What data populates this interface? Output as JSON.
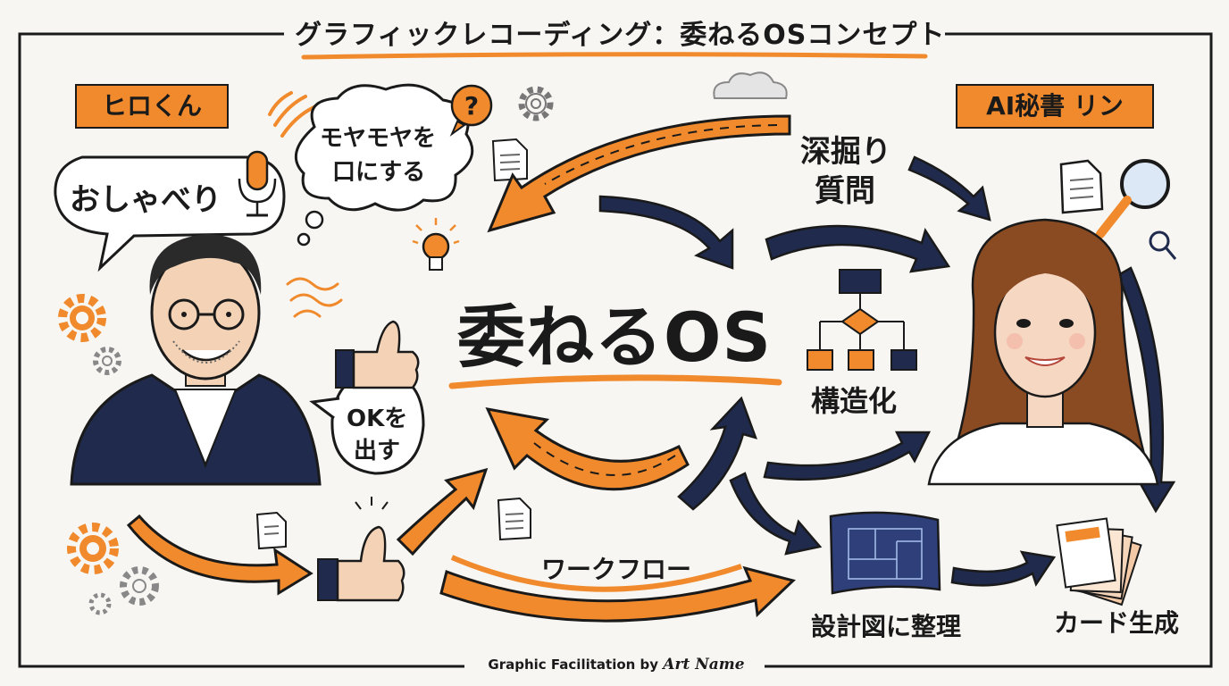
{
  "title": "グラフィックレコーディング：委ねるOSコンセプト",
  "persons": {
    "hiro": {
      "name": "ヒロくん"
    },
    "rin": {
      "name": "AI秘書 リン"
    }
  },
  "bubbles": {
    "talk": "おしゃべり",
    "moya_line1": "モヤモヤを",
    "moya_line2": "口にする",
    "ok_line1": "OKを",
    "ok_line2": "出す"
  },
  "center": {
    "label": "委ねるOS"
  },
  "labels": {
    "deep_line1": "深掘り",
    "deep_line2": "質問",
    "structure": "構造化",
    "workflow": "ワークフロー",
    "blueprint": "設計図に整理",
    "cards": "カード生成"
  },
  "footer": {
    "prefix": "Graphic Facilitation by",
    "artist": "Art Name"
  },
  "colors": {
    "accent": "#f08a2c",
    "navy": "#1f2a4d",
    "ink": "#1a1a1a",
    "paper": "#f7f6f3"
  }
}
